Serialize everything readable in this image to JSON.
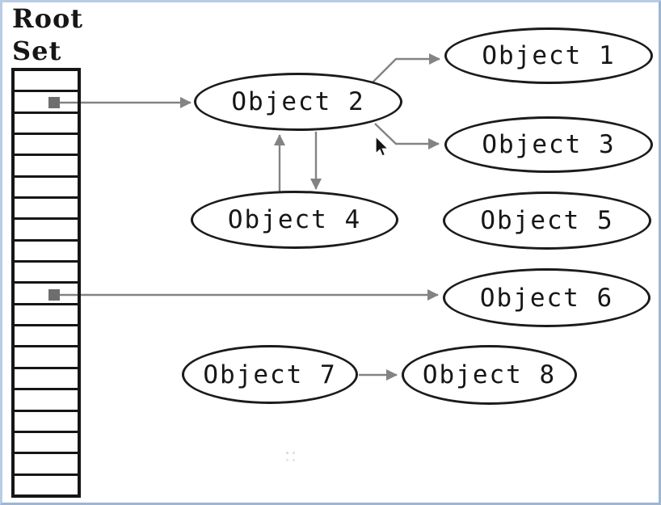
{
  "diagram": {
    "title_lines": [
      "Root",
      "Set"
    ],
    "root_set": {
      "label": "Root Set",
      "cell_count": 20,
      "pointer_cells": [
        2,
        11
      ]
    },
    "nodes": [
      {
        "id": "object-1",
        "label": "Object 1"
      },
      {
        "id": "object-2",
        "label": "Object 2"
      },
      {
        "id": "object-3",
        "label": "Object 3"
      },
      {
        "id": "object-4",
        "label": "Object 4"
      },
      {
        "id": "object-5",
        "label": "Object 5"
      },
      {
        "id": "object-6",
        "label": "Object 6"
      },
      {
        "id": "object-7",
        "label": "Object 7"
      },
      {
        "id": "object-8",
        "label": "Object 8"
      }
    ],
    "edges": [
      {
        "from": "root-set-cell-2",
        "to": "object-2"
      },
      {
        "from": "object-2",
        "to": "object-1"
      },
      {
        "from": "object-2",
        "to": "object-3"
      },
      {
        "from": "object-4",
        "to": "object-2"
      },
      {
        "from": "object-2",
        "to": "object-4"
      },
      {
        "from": "root-set-cell-11",
        "to": "object-6"
      },
      {
        "from": "object-7",
        "to": "object-8"
      }
    ],
    "colors": {
      "arrow": "#838383",
      "node_border": "#1b1b1b",
      "pointer_square": "#6e6e6e",
      "frame_border_light": "#b9cce6",
      "frame_border_dark": "#9db6d4",
      "ink": "#161616"
    }
  }
}
